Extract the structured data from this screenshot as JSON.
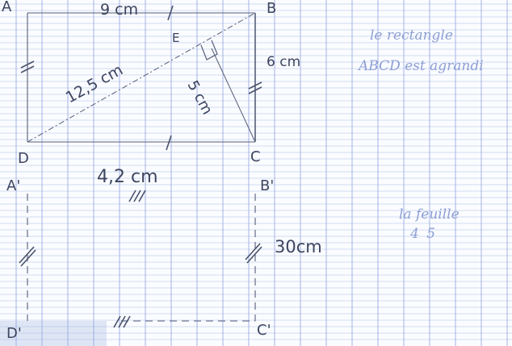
{
  "paper": {
    "background": "#fbfcff",
    "rule_color": "#aab9e6",
    "margin_rule_color": "#8fa3de",
    "ink_color": "#3d4560",
    "note_color": "#8d9fd4"
  },
  "figure_1": {
    "vertices": {
      "a": "A",
      "b": "B",
      "c": "C",
      "d": "D",
      "e": "E"
    },
    "lengths": {
      "ab": "9 cm",
      "bc": "6 cm",
      "db": "12,5 cm",
      "ce": "5 cm",
      "dc": "4,2 cm"
    }
  },
  "figure_2": {
    "vertices": {
      "a": "A'",
      "b": "B'",
      "c": "C'",
      "d": "D'"
    },
    "lengths": {
      "bc": "30cm"
    }
  },
  "notes": {
    "top_line_1": "le rectangle",
    "top_line_2": "ABCD est agrandi",
    "bottom_line_1": "la feuille",
    "bottom_line_2": "4 5"
  }
}
